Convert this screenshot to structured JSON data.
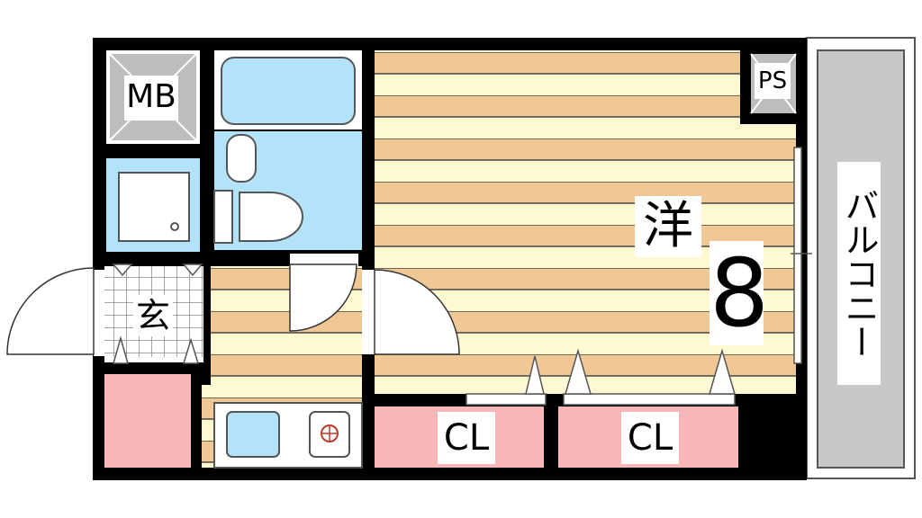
{
  "labels": {
    "mb": "MB",
    "ps": "PS",
    "genkan": "玄",
    "western_room": "洋",
    "room_size": "8",
    "closet_1": "CL",
    "closet_2": "CL",
    "balcony": "バルコニー"
  },
  "colors": {
    "wall": "#000000",
    "floor_dark": "#f0c896",
    "floor_light": "#fff9d2",
    "wet_area": "#b3e3f8",
    "storage": "#f7b6b8",
    "balcony": "#c8c8c8",
    "shaft": "#bdbdbd"
  }
}
